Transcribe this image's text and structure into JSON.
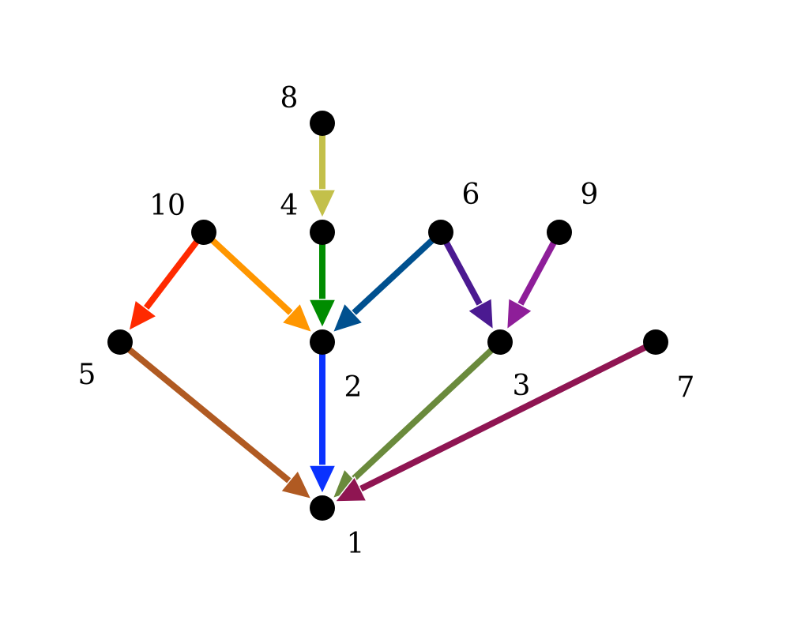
{
  "graph": {
    "nodes": [
      {
        "id": "1",
        "label": "1"
      },
      {
        "id": "2",
        "label": "2"
      },
      {
        "id": "3",
        "label": "3"
      },
      {
        "id": "4",
        "label": "4"
      },
      {
        "id": "5",
        "label": "5"
      },
      {
        "id": "6",
        "label": "6"
      },
      {
        "id": "7",
        "label": "7"
      },
      {
        "id": "8",
        "label": "8"
      },
      {
        "id": "9",
        "label": "9"
      },
      {
        "id": "10",
        "label": "10"
      }
    ],
    "edges": [
      {
        "from": "8",
        "to": "4",
        "color": "#C3C04A"
      },
      {
        "from": "10",
        "to": "5",
        "color": "#FF2A00"
      },
      {
        "from": "10",
        "to": "2",
        "color": "#FF9600"
      },
      {
        "from": "4",
        "to": "2",
        "color": "#008C00"
      },
      {
        "from": "6",
        "to": "2",
        "color": "#00508F"
      },
      {
        "from": "6",
        "to": "3",
        "color": "#4B1A91"
      },
      {
        "from": "9",
        "to": "3",
        "color": "#8E1E99"
      },
      {
        "from": "5",
        "to": "1",
        "color": "#B05A22"
      },
      {
        "from": "2",
        "to": "1",
        "color": "#0A32FF"
      },
      {
        "from": "3",
        "to": "1",
        "color": "#6A8A3C"
      },
      {
        "from": "7",
        "to": "1",
        "color": "#8F1552"
      }
    ],
    "node_color": "#000000"
  }
}
